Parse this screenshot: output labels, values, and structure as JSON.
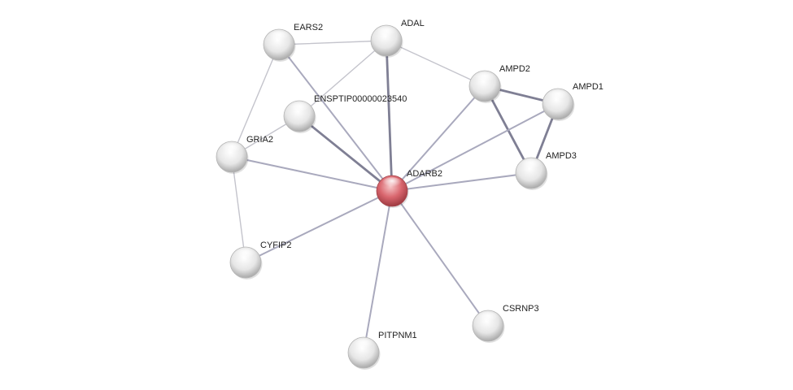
{
  "network": {
    "query_node": "ADARB2",
    "nodes": [
      {
        "id": "ADARB2",
        "label": "ADARB2",
        "color": "#d9666e",
        "query": true
      },
      {
        "id": "ADAL",
        "label": "ADAL",
        "color": "#e9e9e9"
      },
      {
        "id": "EARS2",
        "label": "EARS2",
        "color": "#e9e9e9"
      },
      {
        "id": "ENSPTIP00000023540",
        "label": "ENSPTIP00000023540",
        "color": "#e9e9e9"
      },
      {
        "id": "GRIA2",
        "label": "GRIA2",
        "color": "#e9e9e9"
      },
      {
        "id": "AMPD2",
        "label": "AMPD2",
        "color": "#e9e9e9"
      },
      {
        "id": "AMPD1",
        "label": "AMPD1",
        "color": "#e9e9e9"
      },
      {
        "id": "AMPD3",
        "label": "AMPD3",
        "color": "#e9e9e9"
      },
      {
        "id": "CYFIP2",
        "label": "CYFIP2",
        "color": "#e9e9e9"
      },
      {
        "id": "CSRNP3",
        "label": "CSRNP3",
        "color": "#e9e9e9"
      },
      {
        "id": "PITPNM1",
        "label": "PITPNM1",
        "color": "#e9e9e9"
      }
    ],
    "edges": [
      {
        "source": "EARS2",
        "target": "ADAL",
        "strength": "weak"
      },
      {
        "source": "EARS2",
        "target": "GRIA2",
        "strength": "weak"
      },
      {
        "source": "EARS2",
        "target": "ADARB2",
        "strength": "medium"
      },
      {
        "source": "ADAL",
        "target": "ENSPTIP00000023540",
        "strength": "weak"
      },
      {
        "source": "ADAL",
        "target": "ADARB2",
        "strength": "strong"
      },
      {
        "source": "ADAL",
        "target": "AMPD2",
        "strength": "weak"
      },
      {
        "source": "ENSPTIP00000023540",
        "target": "GRIA2",
        "strength": "weak"
      },
      {
        "source": "ENSPTIP00000023540",
        "target": "ADARB2",
        "strength": "strong"
      },
      {
        "source": "GRIA2",
        "target": "ADARB2",
        "strength": "medium"
      },
      {
        "source": "GRIA2",
        "target": "CYFIP2",
        "strength": "weak"
      },
      {
        "source": "AMPD2",
        "target": "AMPD1",
        "strength": "strong"
      },
      {
        "source": "AMPD2",
        "target": "AMPD3",
        "strength": "strong"
      },
      {
        "source": "AMPD1",
        "target": "AMPD3",
        "strength": "strong"
      },
      {
        "source": "AMPD2",
        "target": "ADARB2",
        "strength": "medium"
      },
      {
        "source": "AMPD1",
        "target": "ADARB2",
        "strength": "medium"
      },
      {
        "source": "AMPD3",
        "target": "ADARB2",
        "strength": "medium"
      },
      {
        "source": "CYFIP2",
        "target": "ADARB2",
        "strength": "medium"
      },
      {
        "source": "CSRNP3",
        "target": "ADARB2",
        "strength": "medium"
      },
      {
        "source": "PITPNM1",
        "target": "ADARB2",
        "strength": "medium"
      }
    ]
  }
}
